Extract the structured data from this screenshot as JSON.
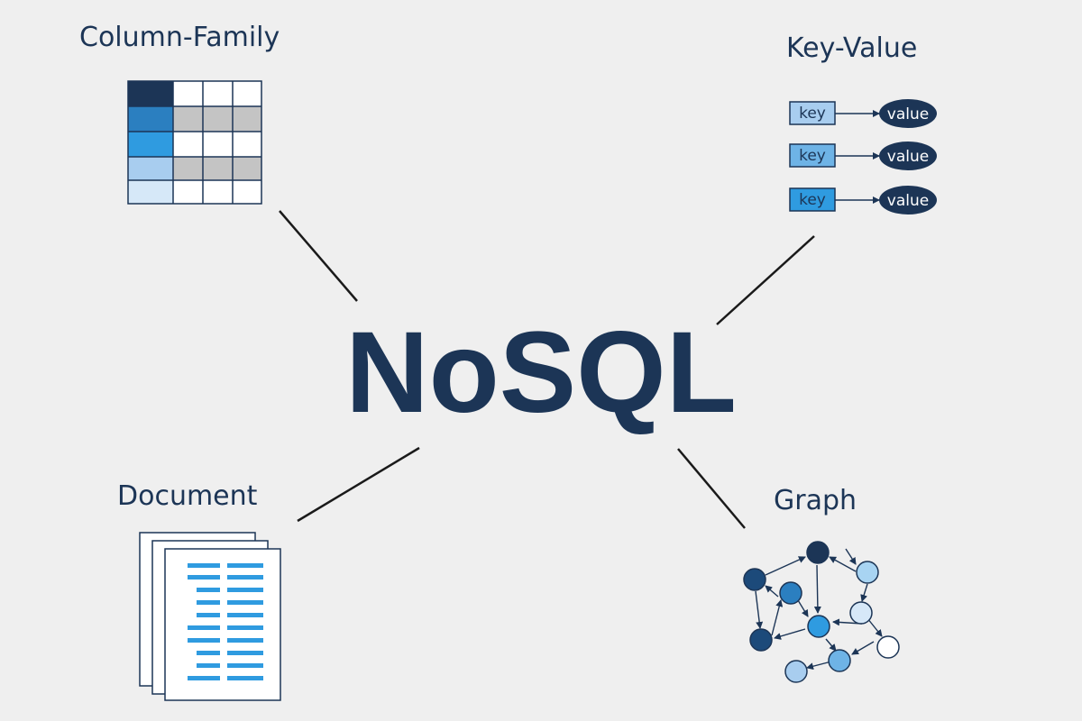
{
  "center_title": "NoSQL",
  "categories": {
    "column_family": "Column-Family",
    "key_value": "Key-Value",
    "document": "Document",
    "graph": "Graph"
  },
  "key_value_pairs": [
    {
      "key": "key",
      "value": "value"
    },
    {
      "key": "key",
      "value": "value"
    },
    {
      "key": "key",
      "value": "value"
    }
  ],
  "colors": {
    "navy": "#1c3556",
    "blue_mid": "#2b7fc0",
    "blue_bright": "#2f9be0",
    "blue_light": "#a8cdef",
    "blue_pale": "#d6e8f8",
    "grey_cell": "#c4c4c4",
    "background": "#efefef"
  },
  "icons": {
    "column_family": "column-table-icon",
    "key_value": "key-value-icon",
    "document": "document-stack-icon",
    "graph": "graph-network-icon"
  }
}
